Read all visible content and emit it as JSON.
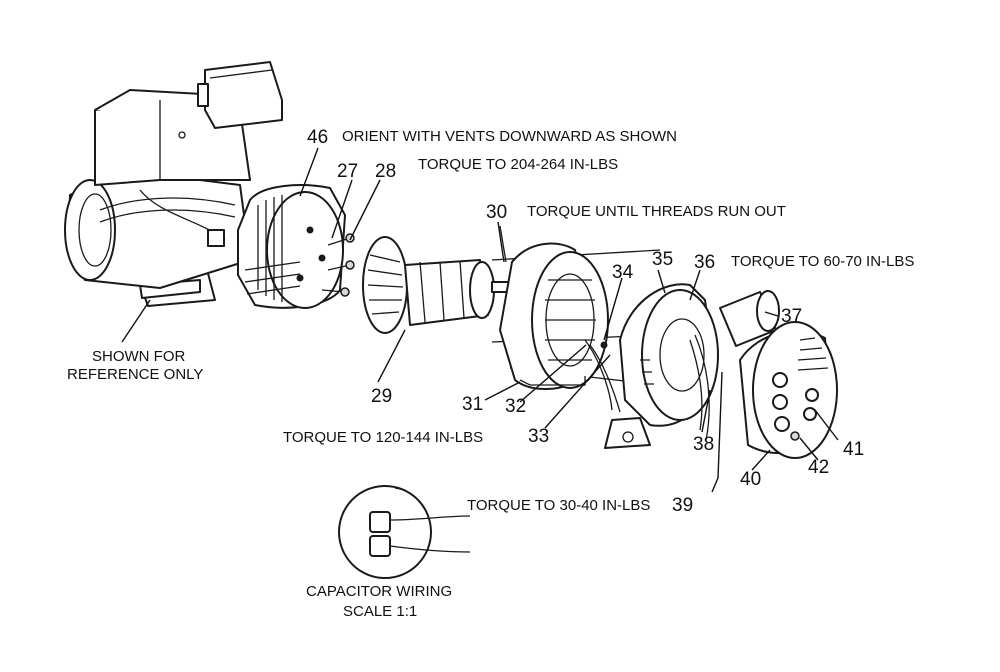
{
  "callouts": {
    "n27": "27",
    "n28": "28",
    "n29": "29",
    "n30": "30",
    "n31": "31",
    "n32": "32",
    "n33": "33",
    "n34": "34",
    "n35": "35",
    "n36": "36",
    "n37": "37",
    "n38": "38",
    "n39": "39",
    "n40": "40",
    "n41": "41",
    "n42": "42",
    "n46": "46"
  },
  "notes": {
    "orient": "ORIENT WITH VENTS DOWNWARD AS SHOWN",
    "torque_204": "TORQUE TO 204-264 IN-LBS",
    "torque_threads": "TORQUE UNTIL THREADS RUN OUT",
    "torque_60": "TORQUE TO 60-70 IN-LBS",
    "shown_for": "SHOWN FOR",
    "reference_only": "REFERENCE ONLY",
    "torque_120": "TORQUE TO 120-144 IN-LBS",
    "torque_30": "TORQUE TO 30-40 IN-LBS",
    "capacitor_wiring": "CAPACITOR WIRING",
    "scale": "SCALE 1:1"
  }
}
